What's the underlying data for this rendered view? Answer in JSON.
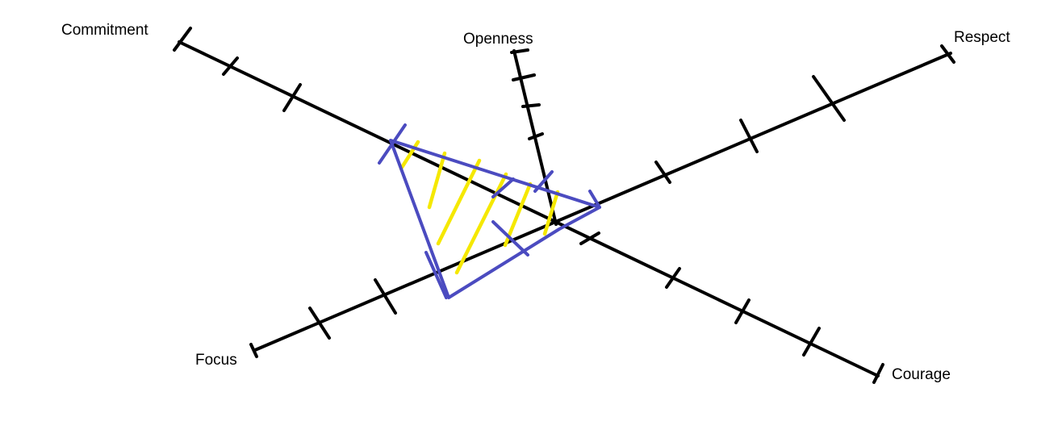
{
  "chart_data": {
    "type": "radar",
    "axes": [
      {
        "name": "Commitment"
      },
      {
        "name": "Openness"
      },
      {
        "name": "Respect"
      },
      {
        "name": "Courage"
      },
      {
        "name": "Focus"
      }
    ],
    "ticks_per_axis": 5,
    "highlighted_values": {
      "Commitment": 2,
      "Openness": 0,
      "Respect": 1,
      "Courage": 0,
      "Focus": 2
    }
  },
  "colors": {
    "axis": "#000000",
    "polygon": "#4b4bc0",
    "hatch": "#f5e800"
  }
}
